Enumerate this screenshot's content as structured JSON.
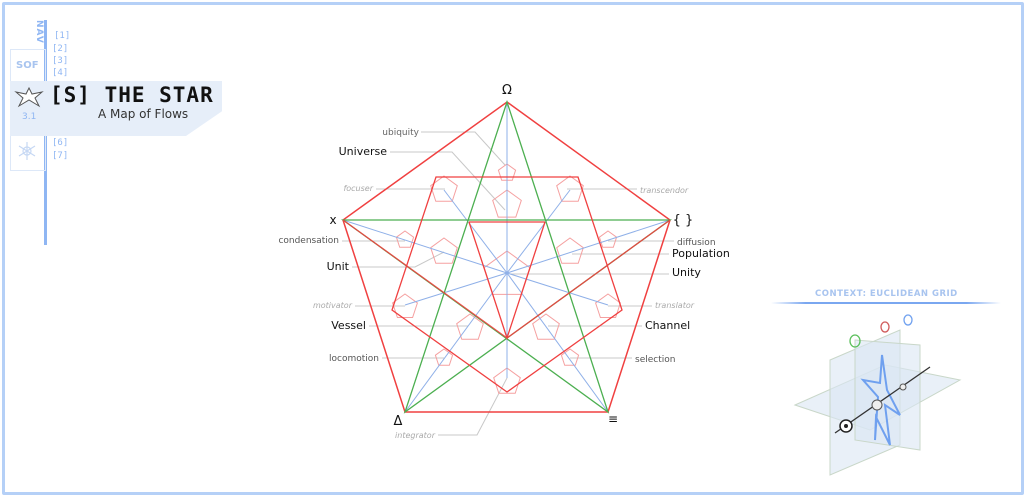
{
  "nav": {
    "label": "NAV",
    "items": [
      "[1]",
      "[2]",
      "[3]",
      "[4]",
      "[6]",
      "[7]"
    ],
    "side_label": "SOF",
    "version": "3.1"
  },
  "header": {
    "title": "[S] THE STAR",
    "subtitle": "A Map of Flows"
  },
  "diagram": {
    "vertices": {
      "top": "Ω",
      "left": "x",
      "right": "{ }",
      "bottom_left": "Δ",
      "bottom_right": "≡"
    },
    "labels": {
      "ubiquity": "ubiquity",
      "universe": "Universe",
      "focuser": "focuser",
      "transcendor": "transcendor",
      "condensation": "condensation",
      "diffusion": "diffusion",
      "population": "Population",
      "unit": "Unit",
      "unity": "Unity",
      "motivator": "motivator",
      "translator": "translator",
      "vessel": "Vessel",
      "channel": "Channel",
      "locomotion": "locomotion",
      "selection": "selection",
      "integrator": "integrator"
    },
    "colors": {
      "outer": "#f04040",
      "star": "#4caf50",
      "spokes": "#8fb0e8",
      "leader": "#c8c8c8"
    }
  },
  "context": {
    "title": "CONTEXT: EUCLIDEAN GRID"
  }
}
